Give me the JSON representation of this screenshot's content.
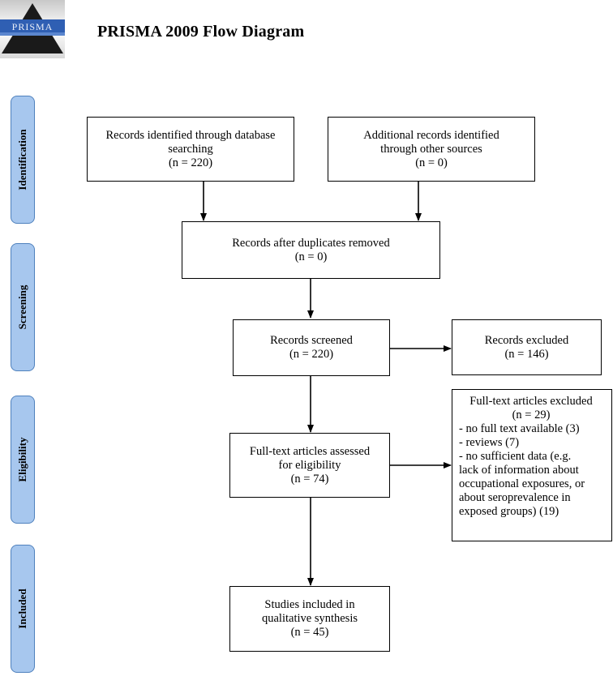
{
  "logo": {
    "text": "PRISMA"
  },
  "title": "PRISMA 2009 Flow Diagram",
  "stages": {
    "identification": "Identification",
    "screening": "Screening",
    "eligibility": "Eligibility",
    "included": "Included"
  },
  "boxes": {
    "database": {
      "line1": "Records identified through database",
      "line2": "searching",
      "line3": "(n = 220)"
    },
    "other": {
      "line1": "Additional records identified",
      "line2": "through other sources",
      "line3": "(n = 0)"
    },
    "duplicates": {
      "line1": "Records after duplicates removed",
      "line2": "(n =  0)"
    },
    "screened": {
      "line1": "Records screened",
      "line2": "(n =  220)"
    },
    "excluded": {
      "line1": "Records excluded",
      "line2": "(n = 146)"
    },
    "assessed": {
      "line1": "Full-text articles assessed",
      "line2": "for eligibility",
      "line3": "(n = 74)"
    },
    "fulltext_excluded": {
      "line1": "Full-text articles excluded",
      "line2": "(n = 29)",
      "line3": "- no full text available (3)",
      "line4": "- reviews (7)",
      "line5": "- no sufficient data (e.g.",
      "line6": "lack of information about",
      "line7": "occupational exposures, or",
      "line8": "about seroprevalence in",
      "line9": "exposed groups) (19)"
    },
    "included": {
      "line1": "Studies included in",
      "line2": "qualitative synthesis",
      "line3": "(n = 45)"
    }
  }
}
